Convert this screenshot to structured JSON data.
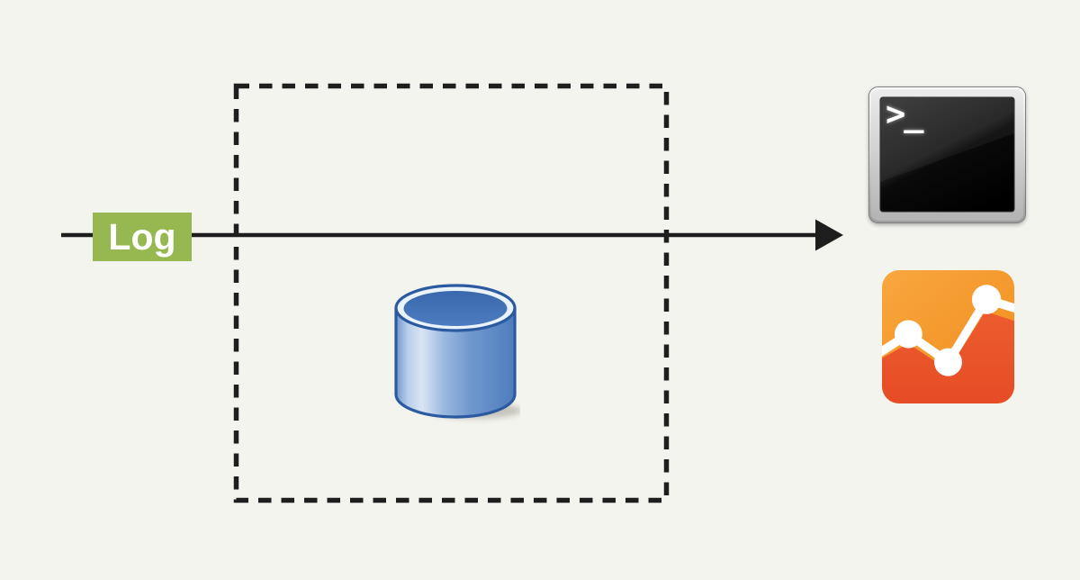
{
  "colors": {
    "page_bg": "#f4f4ee",
    "ink": "#1e1e1e",
    "badge_green": "#97b850",
    "badge_text": "#ffffff",
    "db_blue_mid": "#6d97cf",
    "db_blue_dark": "#2c5aa0",
    "ga_orange": "#f59b28",
    "ga_red": "#e9542a",
    "terminal_screen": "#0d0d0d",
    "prompt_white": "#ffffff"
  },
  "diagram": {
    "log_badge": {
      "label": "Log"
    },
    "flow_arrow": {
      "direction": "left-to-right"
    },
    "boundary_box": {
      "style": "dashed"
    },
    "database_icon": {
      "meaning": "datastore"
    },
    "terminal_icon": {
      "prompt": ">_"
    },
    "analytics_icon": {
      "meaning": "analytics-chart"
    }
  }
}
